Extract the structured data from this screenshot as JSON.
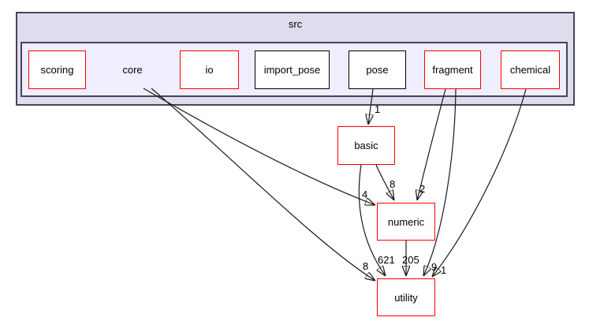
{
  "diagram": {
    "outer_cluster_label": "src",
    "nodes": {
      "scoring": {
        "label": "scoring",
        "border_color": "#ff0000"
      },
      "core": {
        "label": "core",
        "border_color": "none"
      },
      "io": {
        "label": "io",
        "border_color": "#ff0000"
      },
      "import_pose": {
        "label": "import_pose",
        "border_color": "#000000"
      },
      "pose": {
        "label": "pose",
        "border_color": "#000000"
      },
      "fragment": {
        "label": "fragment",
        "border_color": "#ff0000"
      },
      "chemical": {
        "label": "chemical",
        "border_color": "#ff0000"
      },
      "basic": {
        "label": "basic",
        "border_color": "#ff0000"
      },
      "numeric": {
        "label": "numeric",
        "border_color": "#ff0000"
      },
      "utility": {
        "label": "utility",
        "border_color": "#ff0000"
      }
    },
    "edges": {
      "pose_to_basic": {
        "from": "pose",
        "to": "basic",
        "count": "1"
      },
      "core_to_numeric": {
        "from": "core",
        "to": "numeric",
        "count": "4"
      },
      "core_to_utility": {
        "from": "core",
        "to": "utility",
        "count": "8"
      },
      "basic_to_numeric": {
        "from": "basic",
        "to": "numeric",
        "count": "8"
      },
      "basic_to_utility": {
        "from": "basic",
        "to": "utility",
        "count": "621"
      },
      "fragment_to_numeric": {
        "from": "fragment",
        "to": "numeric",
        "count": "2"
      },
      "fragment_to_utility": {
        "from": "fragment",
        "to": "utility",
        "count": "9"
      },
      "chemical_to_utility": {
        "from": "chemical",
        "to": "utility",
        "count": "1"
      },
      "numeric_to_utility": {
        "from": "numeric",
        "to": "utility",
        "count": "205"
      }
    },
    "colors": {
      "outer_cluster_fill": "#ddddee",
      "inner_cluster_fill": "#eeeeff",
      "cluster_border": "#46465a",
      "node_fill": "#ffffff",
      "edge_color": "#1a1a1a",
      "red_border": "#ff0000",
      "black_border": "#000000"
    }
  }
}
